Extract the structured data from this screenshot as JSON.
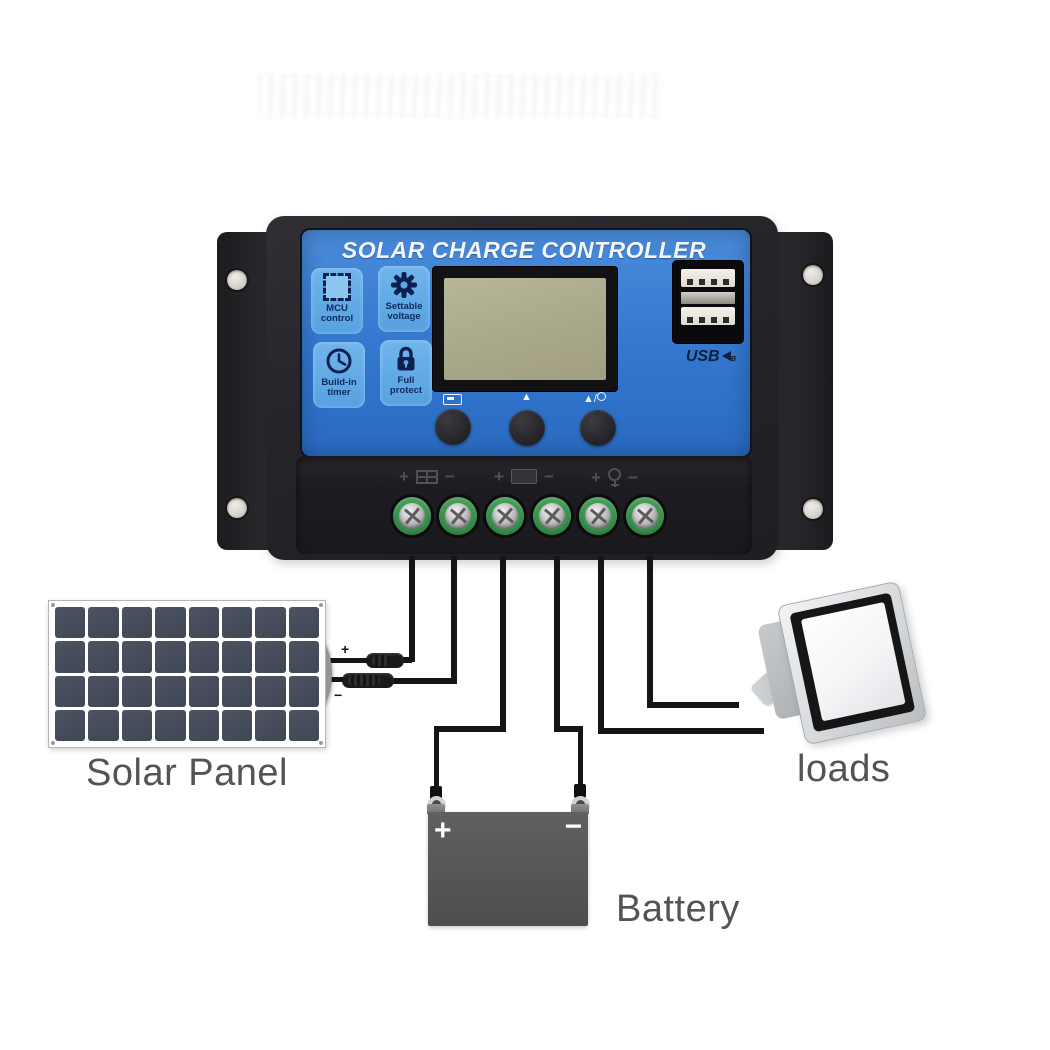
{
  "controller": {
    "title": "SOLAR CHARGE CONTROLLER",
    "features": [
      {
        "icon": "mcu-chip-icon",
        "label": "MCU\ncontrol"
      },
      {
        "icon": "gear-icon",
        "label": "Settable\nvoltage"
      },
      {
        "icon": "clock-icon",
        "label": "Build-in\ntimer"
      },
      {
        "icon": "padlock-icon",
        "label": "Full\nprotect"
      }
    ],
    "buttons": [
      {
        "icon": "display-mode-icon",
        "glyph": ""
      },
      {
        "icon": "up-arrow-icon",
        "glyph": "▲"
      },
      {
        "icon": "arrow-lamp-icon",
        "glyph": "▲/"
      }
    ],
    "usb": {
      "logo": "USB",
      "ports": 2
    },
    "terminal_groups": [
      {
        "plus": "+",
        "minus": "−",
        "icon": "solar-terminal-icon"
      },
      {
        "plus": "+",
        "minus": "−",
        "icon": "battery-terminal-icon"
      },
      {
        "plus": "+",
        "minus": "−",
        "icon": "lamp-terminal-icon"
      }
    ]
  },
  "solar_panel": {
    "label": "Solar Panel",
    "cols": 8,
    "rows": 4,
    "connector_plus": "+",
    "connector_minus": "−"
  },
  "battery": {
    "label": "Battery",
    "plus": "+",
    "minus": "−"
  },
  "loads": {
    "label": "loads"
  },
  "colors": {
    "panel_blue": "#3276ce",
    "badge_blue": "#5fa7e4",
    "badge_text": "#0d2a5e",
    "lcd_screen": "#aaa88a",
    "case_black": "#242327",
    "terminal_green": "#37914a",
    "wire_black": "#151515",
    "solar_cell": "#454c5a",
    "battery_gray": "#565658",
    "label_gray": "#545456"
  }
}
